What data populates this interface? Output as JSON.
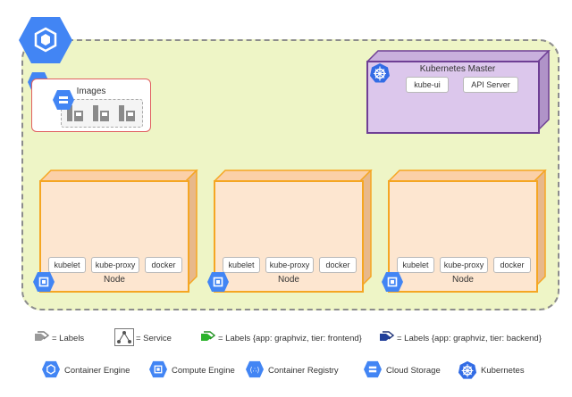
{
  "images": {
    "title": "Images"
  },
  "master": {
    "title": "Kubernetes Master",
    "components": [
      "kube-ui",
      "API Server"
    ]
  },
  "nodes": [
    {
      "label": "Node",
      "components": [
        "kubelet",
        "kube-proxy",
        "docker"
      ]
    },
    {
      "label": "Node",
      "components": [
        "kubelet",
        "kube-proxy",
        "docker"
      ]
    },
    {
      "label": "Node",
      "components": [
        "kubelet",
        "kube-proxy",
        "docker"
      ]
    }
  ],
  "legend": {
    "labels": "= Labels",
    "service": "= Service",
    "labels_frontend": "= Labels {app: graphviz, tier: frontend}",
    "labels_backend": "= Labels {app: graphviz, tier: backend}"
  },
  "key": {
    "container_engine": "Container Engine",
    "compute_engine": "Compute Engine",
    "container_registry": "Container Registry",
    "cloud_storage": "Cloud Storage",
    "kubernetes": "Kubernetes"
  },
  "colors": {
    "gcp_blue": "#4285f4",
    "kubernetes_blue": "#326ce5",
    "cluster_fill": "#eef5c6",
    "master_fill": "#dcc7ec",
    "master_border": "#6f3f95",
    "node_fill": "#fde6d0",
    "node_border": "#f5a623",
    "frontend_tag": "#2bb32b",
    "backend_tag": "#22409a"
  }
}
